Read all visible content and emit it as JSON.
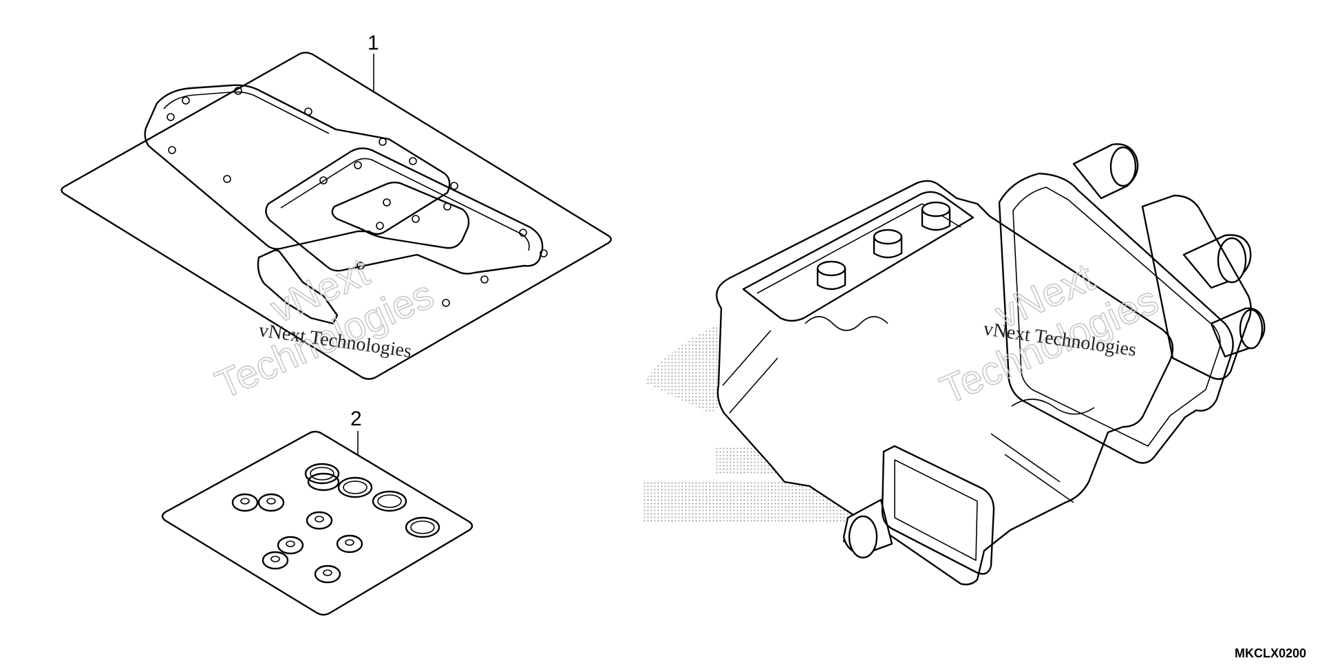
{
  "callouts": {
    "part_1": "1",
    "part_2": "2"
  },
  "watermark": {
    "text_small": "vNext Technologies",
    "text_line1": "vNext",
    "text_line2": "Technologies"
  },
  "diagram_code": "MKCLX0200",
  "colors": {
    "line": "#000000",
    "watermark_outline": "#c8c8c8",
    "dot_pattern": "#8a8a8a",
    "background": "#ffffff"
  }
}
